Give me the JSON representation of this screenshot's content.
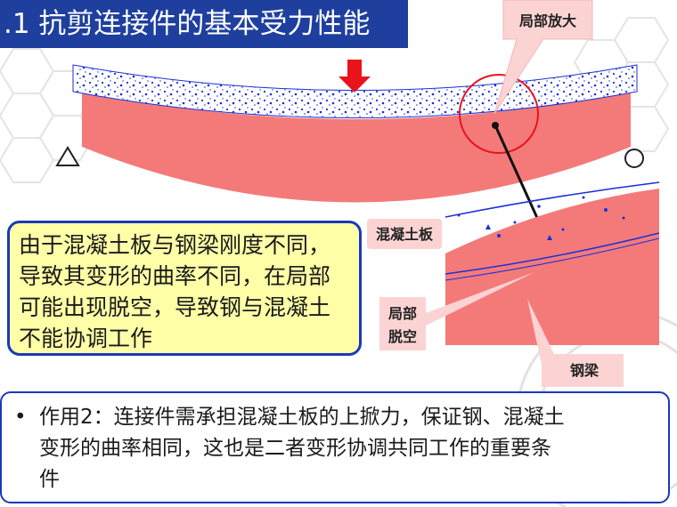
{
  "title": ".1  抗剪连接件的基本受力性能",
  "callout": {
    "lines": [
      "由于混凝土板与钢梁刚度不同，",
      "导致其变形的曲率不同，在局部",
      "可能出现脱空，导致钢与混凝土",
      "不能协调工作"
    ]
  },
  "labels": {
    "magnify": "局部放大",
    "concrete_slab": "混凝土板",
    "separation_line1": "局部",
    "separation_line2": "脱空",
    "steel_beam": "钢梁"
  },
  "note": {
    "bullet": "•",
    "lines": [
      "作用2：连接件需承担混凝土板的上掀力，保证钢、混凝土",
      "变形的曲率相同，这也是二者变形协调共同工作的重要条",
      "件"
    ]
  },
  "colors": {
    "title_bg": "#1e3f9e",
    "steel": "#f47a7a",
    "concrete_dots": "#1a2fd6",
    "load_arrow": "#e8141a",
    "callout_bg": "#ffffa8",
    "label_bg": "#fbd3d3",
    "border": "#1c39b8"
  },
  "icons": [
    "load-arrow-icon",
    "pin-support-icon",
    "roller-support-icon",
    "magnifier-circle-icon"
  ]
}
